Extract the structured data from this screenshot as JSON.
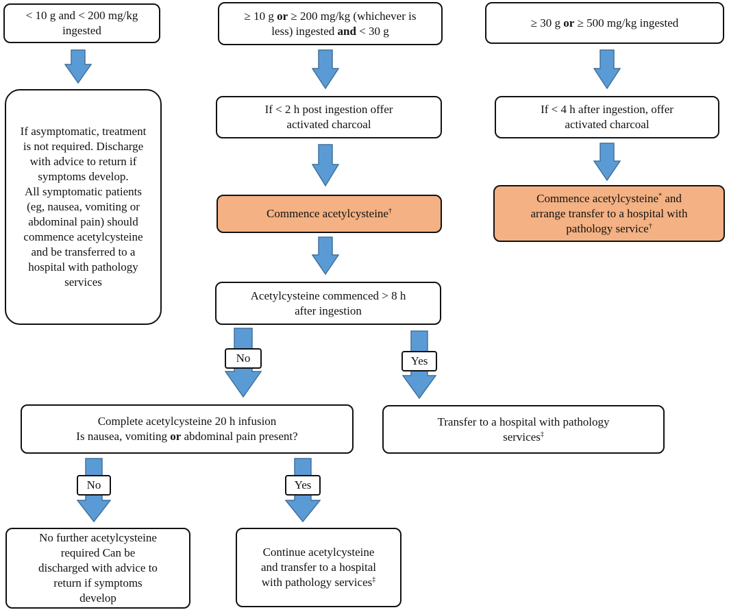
{
  "colors": {
    "arrow_fill": "#5b9bd5",
    "arrow_stroke": "#41719c",
    "highlight_fill": "#f4b183"
  },
  "col1": {
    "header": "< 10 g and < 200 mg/kg ingested",
    "advice": [
      "If asymptomatic, treatment is not required. Discharge with advice to return if symptoms develop.",
      "All symptomatic patients (eg, nausea, vomiting or abdominal pain) should commence acetylcysteine and be transferred to a hospital with pathology services"
    ]
  },
  "col2": {
    "header_p1": "≥ 10 g ",
    "header_or": "or",
    "header_p2": " ≥ 200 mg/kg (whichever is less) ingested ",
    "header_and": "and",
    "header_p3": " < 30 g",
    "charcoal": "If < 2 h post ingestion offer activated charcoal",
    "commence": "Commence acetylcysteine",
    "commence_mark": "†",
    "late": "Acetylcysteine commenced > 8 h after ingestion",
    "no_label": "No",
    "yes_label": "Yes"
  },
  "col3": {
    "header_p1": "≥ 30 g ",
    "header_or": "or",
    "header_p2": "  ≥ 500 mg/kg ingested",
    "charcoal": "If < 4 h after ingestion, offer activated charcoal",
    "commence_p1": "Commence acetylcysteine",
    "commence_mark1": "*",
    "commence_p2": " and arrange transfer to a hospital with pathology service",
    "commence_mark2": "†"
  },
  "infusion": {
    "line1": "Complete acetylcysteine 20 h infusion",
    "line2_p1": "Is nausea, vomiting ",
    "line2_or": "or",
    "line2_p2": " abdominal pain present?",
    "no_label": "No",
    "yes_label": "Yes"
  },
  "transfer": {
    "text": "Transfer to a hospital with pathology services",
    "mark": "‡"
  },
  "outcome_no": {
    "text": "No further acetylcysteine required Can be discharged with advice to return if symptoms develop"
  },
  "outcome_yes": {
    "text": "Continue acetylcysteine and transfer to a hospital with pathology services",
    "mark": "‡"
  }
}
